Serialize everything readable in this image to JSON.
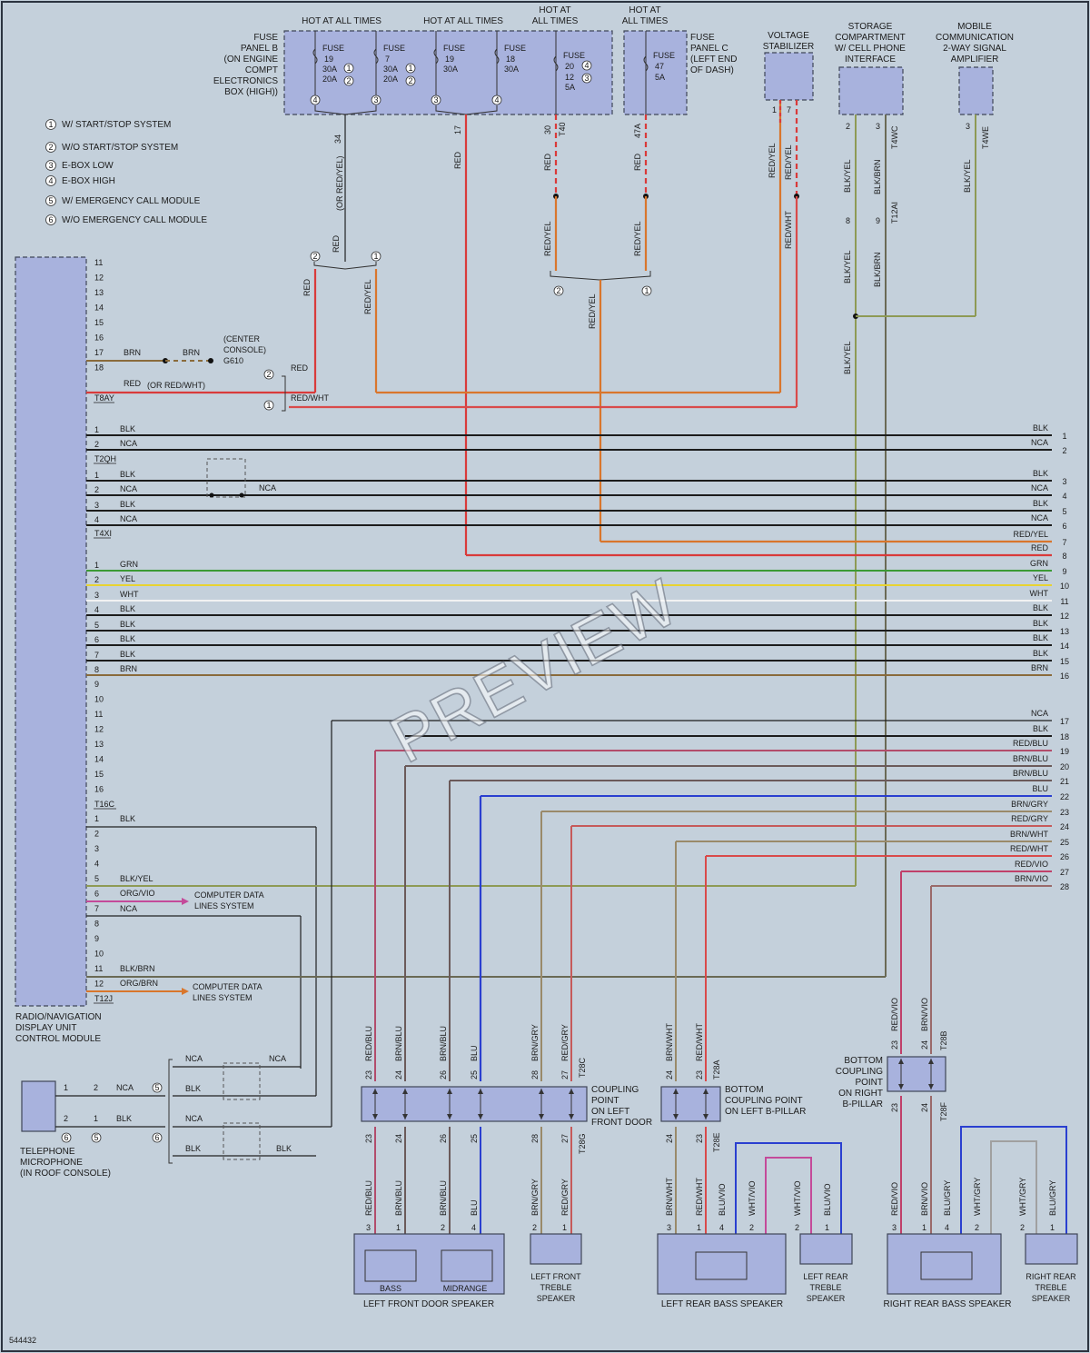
{
  "header": {
    "hot1": "HOT AT ALL TIMES",
    "hot2": "HOT AT ALL TIMES",
    "hot3": [
      "HOT AT",
      "ALL TIMES"
    ],
    "hot4": [
      "HOT AT",
      "ALL TIMES"
    ]
  },
  "fuse_panel_b": [
    "FUSE",
    "PANEL B",
    "(ON ENGINE",
    "COMPT",
    "ELECTRONICS",
    "BOX (HIGH))"
  ],
  "fuse_panel_c": [
    "FUSE",
    "PANEL C",
    "(LEFT END",
    "OF DASH)"
  ],
  "fuses": [
    {
      "label": [
        "FUSE",
        "19",
        "30A",
        "20A"
      ]
    },
    {
      "label": [
        "FUSE",
        "7",
        "30A",
        "20A"
      ]
    },
    {
      "label": [
        "FUSE",
        "19",
        "30A"
      ]
    },
    {
      "label": [
        "FUSE",
        "18",
        "30A"
      ]
    },
    {
      "label": [
        "FUSE",
        "20",
        "12",
        "5A"
      ]
    },
    {
      "label": [
        "FUSE",
        "47",
        "5A"
      ]
    }
  ],
  "components": {
    "voltage_stabilizer": [
      "VOLTAGE",
      "STABILIZER"
    ],
    "storage": [
      "STORAGE",
      "COMPARTMENT",
      "W/ CELL PHONE",
      "INTERFACE"
    ],
    "mobile": [
      "MOBILE",
      "COMMUNICATION",
      "2-WAY SIGNAL",
      "AMPLIFIER"
    ],
    "radio": [
      "RADIO/NAVIGATION",
      "DISPLAY UNIT",
      "CONTROL MODULE"
    ],
    "microphone": [
      "TELEPHONE",
      "MICROPHONE",
      "(IN ROOF CONSOLE)"
    ],
    "center_console": [
      "(CENTER",
      "CONSOLE)",
      "G610"
    ],
    "computer_data_1": [
      "COMPUTER DATA",
      "LINES SYSTEM"
    ],
    "computer_data_2": [
      "COMPUTER DATA",
      "LINES SYSTEM"
    ],
    "coupling_left_door": [
      "COUPLING",
      "POINT",
      "ON LEFT",
      "FRONT DOOR"
    ],
    "coupling_left_b": [
      "BOTTOM",
      "COUPLING POINT",
      "ON LEFT B-PILLAR"
    ],
    "coupling_right_b": [
      "BOTTOM",
      "COUPLING",
      "POINT",
      "ON RIGHT",
      "B-PILLAR"
    ],
    "lf_door_speaker": "LEFT FRONT DOOR SPEAKER",
    "bass": "BASS",
    "midrange": "MIDRANGE",
    "lf_treble": [
      "LEFT FRONT",
      "TREBLE",
      "SPEAKER"
    ],
    "lr_bass": "LEFT REAR BASS SPEAKER",
    "lr_treble": [
      "LEFT REAR",
      "TREBLE",
      "SPEAKER"
    ],
    "rr_bass": "RIGHT REAR BASS SPEAKER",
    "rr_treble": [
      "RIGHT REAR",
      "TREBLE",
      "SPEAKER"
    ]
  },
  "legend": [
    {
      "num": "1",
      "text": "W/ START/STOP SYSTEM"
    },
    {
      "num": "2",
      "text": "W/O START/STOP SYSTEM"
    },
    {
      "num": "3",
      "text": "E-BOX LOW"
    },
    {
      "num": "4",
      "text": "E-BOX HIGH"
    },
    {
      "num": "5",
      "text": "W/ EMERGENCY CALL MODULE"
    },
    {
      "num": "6",
      "text": "W/O EMERGENCY CALL MODULE"
    }
  ],
  "connectors": {
    "t8ay": "T8AY",
    "t2qh": "T2QH",
    "t4xi": "T4XI",
    "t16c": "T16C",
    "t12j": "T12J",
    "t40": "T40",
    "t4wc": "T4WC",
    "t12ai": "T12AI",
    "t4we": "T4WE",
    "t28c": "T28C",
    "t28g": "T28G",
    "t28a": "T28A",
    "t28e": "T28E",
    "t28b": "T28B",
    "t28f": "T28F"
  },
  "radio_pins_top": [
    "11",
    "12",
    "13",
    "14",
    "15",
    "16",
    "17",
    "18"
  ],
  "radio_pins_16c": [
    "1",
    "2",
    "3",
    "4",
    "5",
    "6",
    "7",
    "8",
    "9",
    "10",
    "11",
    "12",
    "13",
    "14",
    "15",
    "16"
  ],
  "radio_pins_12j": [
    "1",
    "2",
    "3",
    "4",
    "5",
    "6",
    "7",
    "8",
    "9",
    "10",
    "11",
    "12"
  ],
  "left_wires": [
    {
      "pin": "17",
      "label": "BRN"
    },
    {
      "pin": "18",
      "label": "RED"
    },
    {
      "pin": "",
      "label": "(OR RED/WHT)"
    }
  ],
  "bus_lines": [
    {
      "left": "BLK",
      "right": "BLK",
      "num": "1",
      "color": "#1c1c1c"
    },
    {
      "left": "NCA",
      "right": "NCA",
      "num": "2",
      "color": "#1c1c1c"
    },
    {
      "left": "BLK",
      "right": "BLK",
      "num": "3",
      "color": "#1c1c1c"
    },
    {
      "left": "NCA",
      "right": "NCA",
      "num": "4",
      "color": "#1c1c1c"
    },
    {
      "left": "BLK",
      "right": "BLK",
      "num": "5",
      "color": "#1c1c1c"
    },
    {
      "left": "NCA",
      "right": "NCA",
      "num": "6",
      "color": "#1c1c1c"
    },
    {
      "left": "",
      "right": "RED/YEL",
      "num": "7",
      "color": "#d9762c"
    },
    {
      "left": "",
      "right": "RED",
      "num": "8",
      "color": "#d93a3a"
    },
    {
      "left": "GRN",
      "right": "GRN",
      "num": "9",
      "color": "#3b9a35"
    },
    {
      "left": "YEL",
      "right": "YEL",
      "num": "10",
      "color": "#e8d331"
    },
    {
      "left": "WHT",
      "right": "WHT",
      "num": "11",
      "color": "#f2f2f2"
    },
    {
      "left": "BLK",
      "right": "BLK",
      "num": "12",
      "color": "#1c1c1c"
    },
    {
      "left": "BLK",
      "right": "BLK",
      "num": "13",
      "color": "#1c1c1c"
    },
    {
      "left": "BLK",
      "right": "BLK",
      "num": "14",
      "color": "#1c1c1c"
    },
    {
      "left": "BLK",
      "right": "BLK",
      "num": "15",
      "color": "#1c1c1c"
    },
    {
      "left": "BRN",
      "right": "BRN",
      "num": "16",
      "color": "#8a6b3b"
    },
    {
      "left": "",
      "right": "NCA",
      "num": "17",
      "color": "#1c1c1c"
    },
    {
      "left": "",
      "right": "BLK",
      "num": "18",
      "color": "#1c1c1c"
    },
    {
      "left": "",
      "right": "RED/BLU",
      "num": "19",
      "color": "#b24c6b"
    },
    {
      "left": "",
      "right": "BRN/BLU",
      "num": "20",
      "color": "#6b5a5a"
    },
    {
      "left": "",
      "right": "BRN/BLU",
      "num": "21",
      "color": "#6b5a5a"
    },
    {
      "left": "",
      "right": "BLU",
      "num": "22",
      "color": "#2a3fd0"
    },
    {
      "left": "",
      "right": "BRN/GRY",
      "num": "23",
      "color": "#9a8a6a"
    },
    {
      "left": "",
      "right": "RED/GRY",
      "num": "24",
      "color": "#c65a5a"
    },
    {
      "left": "",
      "right": "BRN/WHT",
      "num": "25",
      "color": "#9a8a6a"
    },
    {
      "left": "",
      "right": "RED/WHT",
      "num": "26",
      "color": "#d94a4a"
    },
    {
      "left": "",
      "right": "RED/VIO",
      "num": "27",
      "color": "#c0406a"
    },
    {
      "left": "",
      "right": "BRN/VIO",
      "num": "28",
      "color": "#9a6a6a"
    }
  ],
  "t16c_labels": [
    {
      "pin": "1",
      "label": "BLK"
    },
    {
      "pin": "5",
      "label": "BLK/YEL"
    },
    {
      "pin": "6",
      "label": "ORG/VIO"
    },
    {
      "pin": "7",
      "label": "NCA"
    },
    {
      "pin": "11",
      "label": "BLK/BRN"
    },
    {
      "pin": "12",
      "label": "ORG/BRN"
    }
  ],
  "vertical_labels": {
    "v34": "34",
    "v17": "17",
    "v30": "30",
    "v47a": "47A",
    "red_or": "(OR RED/YEL)",
    "red": "RED",
    "red2": "RED",
    "red3": "RED",
    "redyel": "RED/YEL",
    "redyel2": "RED/YEL",
    "redyel3": "RED/YEL",
    "redyel4": "RED/YEL",
    "redwht": "RED/WHT",
    "blkyel": "BLK/YEL",
    "blkbrn": "BLK/BRN",
    "blkyel2": "BLK/YEL",
    "blkbrn2": "BLK/BRN",
    "blkyel3": "BLK/YEL",
    "blkyel4": "BLK/YEL"
  },
  "mic": {
    "r1": [
      "1",
      "2",
      "NCA"
    ],
    "r2": [
      "2",
      "1",
      "BLK"
    ],
    "sw": [
      "NCA",
      "NCA",
      "BLK",
      "NCA",
      "BLK",
      "BLK"
    ]
  },
  "speaker_wires_top": [
    {
      "pin": "23",
      "label": "RED/BLU"
    },
    {
      "pin": "24",
      "label": "BRN/BLU"
    },
    {
      "pin": "26",
      "label": "BRN/BLU"
    },
    {
      "pin": "25",
      "label": "BLU"
    },
    {
      "pin": "28",
      "label": "BRN/GRY"
    },
    {
      "pin": "27",
      "label": "RED/GRY"
    },
    {
      "pin": "24",
      "label": "BRN/WHT"
    },
    {
      "pin": "23",
      "label": "RED/WHT"
    },
    {
      "pin": "23",
      "label": "RED/VIO"
    },
    {
      "pin": "24",
      "label": "BRN/VIO"
    }
  ],
  "speaker_wires_bottom": [
    {
      "pin": "23",
      "label": "RED/BLU"
    },
    {
      "pin": "24",
      "label": "BRN/BLU"
    },
    {
      "pin": "26",
      "label": "BRN/BLU"
    },
    {
      "pin": "25",
      "label": "BLU"
    },
    {
      "pin": "28",
      "label": "BRN/GRY"
    },
    {
      "pin": "27",
      "label": "RED/GRY"
    },
    {
      "pin": "24",
      "label": "BRN/WHT"
    },
    {
      "pin": "23",
      "label": "RED/WHT"
    },
    {
      "pin": "",
      "label": "BLU/VIO"
    },
    {
      "pin": "",
      "label": "WHT/VIO"
    },
    {
      "pin": "",
      "label": "WHT/VIO"
    },
    {
      "pin": "",
      "label": "BLU/VIO"
    },
    {
      "pin": "23",
      "label": "RED/VIO"
    },
    {
      "pin": "24",
      "label": "BRN/VIO"
    },
    {
      "pin": "",
      "label": "BLU/GRY"
    },
    {
      "pin": "",
      "label": "WHT/GRY"
    },
    {
      "pin": "",
      "label": "WHT/GRY"
    },
    {
      "pin": "",
      "label": "BLU/GRY"
    }
  ],
  "speaker_pins": [
    "3",
    "1",
    "2",
    "4",
    "2",
    "1",
    "3",
    "1",
    "4",
    "2",
    "2",
    "1",
    "3",
    "1",
    "4",
    "2",
    "2",
    "1"
  ],
  "diagram_id": "544432",
  "watermark": "PREVIEW"
}
